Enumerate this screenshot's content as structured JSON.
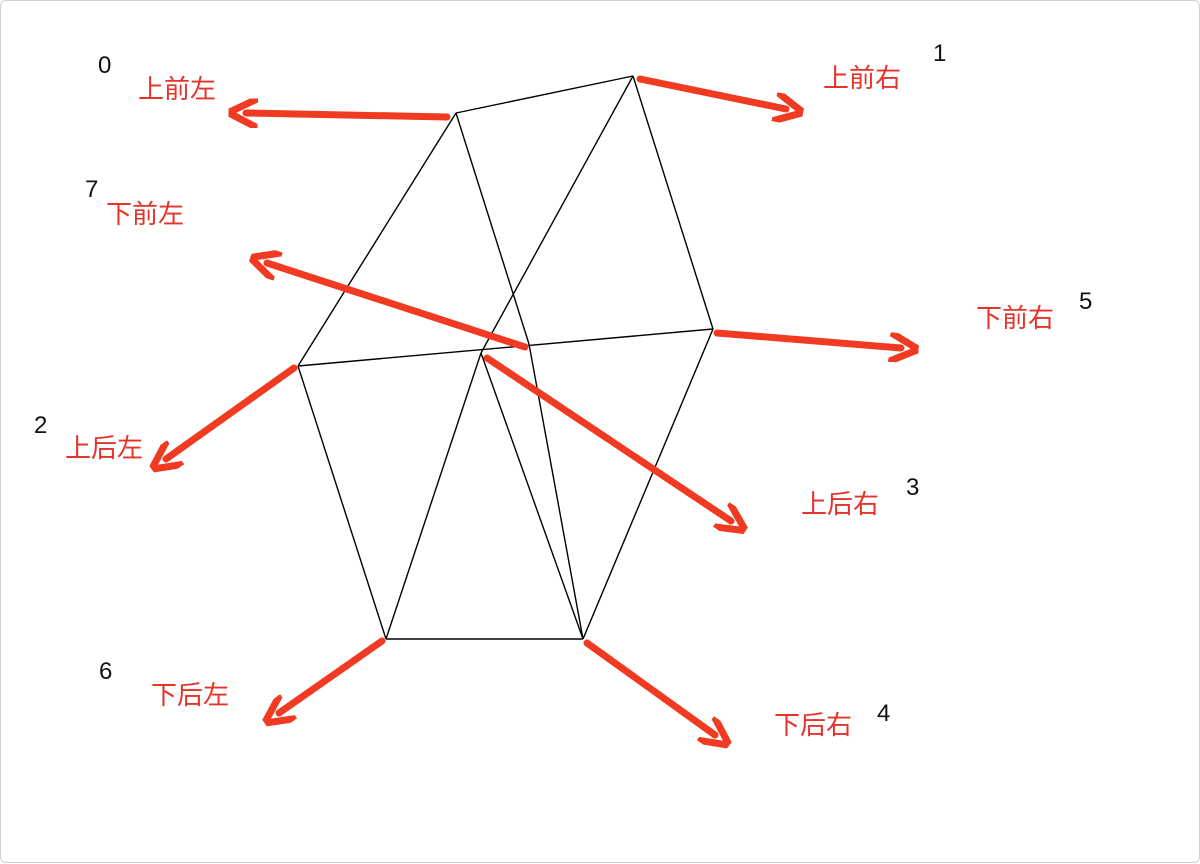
{
  "colors": {
    "arrow": "#f03a22",
    "label": "#e5332a",
    "edge": "#000000",
    "number": "#111111"
  },
  "corners": [
    {
      "index": "0",
      "label": "上前左"
    },
    {
      "index": "1",
      "label": "上前右"
    },
    {
      "index": "2",
      "label": "上后左"
    },
    {
      "index": "3",
      "label": "上后右"
    },
    {
      "index": "4",
      "label": "下后右"
    },
    {
      "index": "5",
      "label": "下前右"
    },
    {
      "index": "6",
      "label": "下后左"
    },
    {
      "index": "7",
      "label": "下前左"
    }
  ]
}
